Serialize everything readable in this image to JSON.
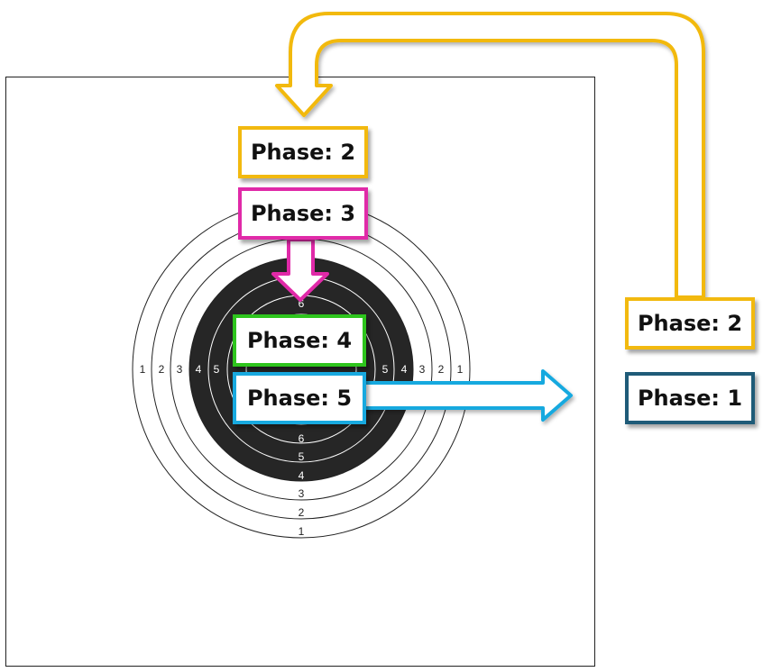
{
  "colors": {
    "gold": "#f2b90f",
    "magenta": "#e02aa8",
    "green": "#2ec51d",
    "cyan": "#18a9df",
    "teal": "#1f5b78",
    "target_black": "#262626"
  },
  "target": {
    "ring_numbers_top": [
      "6"
    ],
    "ring_numbers_bottom": [
      "6",
      "5",
      "4",
      "3",
      "2",
      "1"
    ],
    "ring_numbers_left": [
      "1",
      "2",
      "3",
      "4",
      "5"
    ],
    "ring_numbers_right": [
      "5",
      "4",
      "3",
      "2",
      "1"
    ]
  },
  "phases": {
    "top_gold": "Phase: 2",
    "magenta": "Phase: 3",
    "green": "Phase: 4",
    "cyan": "Phase: 5",
    "right_gold": "Phase: 2",
    "right_teal": "Phase: 1"
  }
}
